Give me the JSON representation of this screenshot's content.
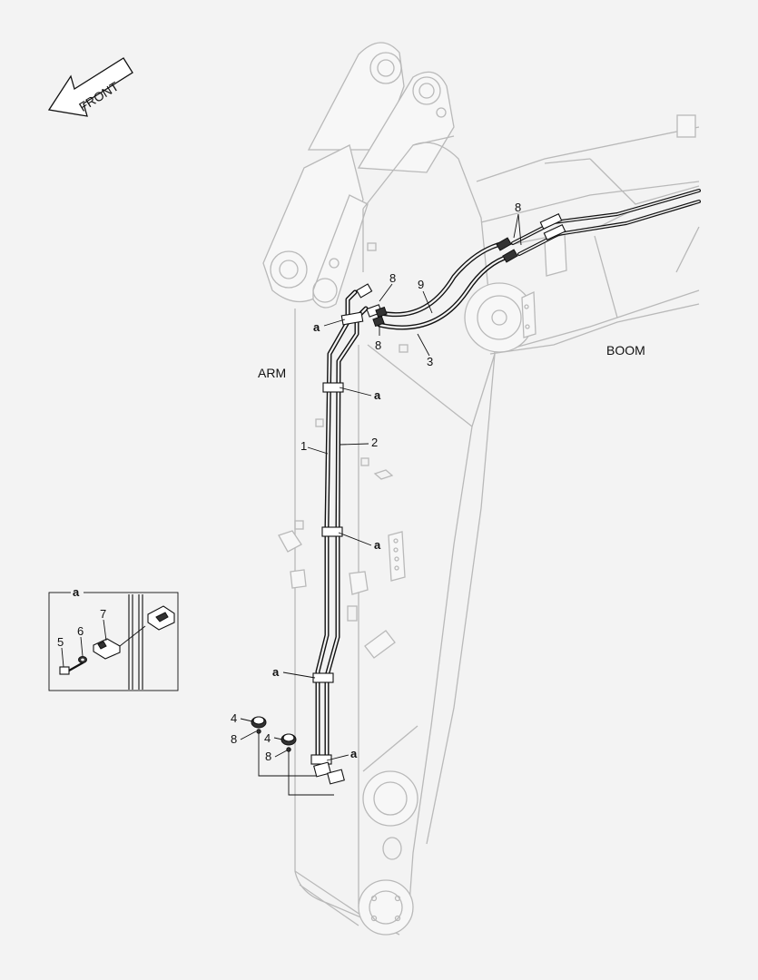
{
  "diagram": {
    "front_label": "FRONT",
    "region_labels": {
      "arm": "ARM",
      "boom": "BOOM"
    },
    "callouts": {
      "p1": "1",
      "p2": "2",
      "p3": "3",
      "p9": "9",
      "p8_top_right": "8",
      "p8_upper": "8",
      "p8_lower": "8",
      "p4_left": "4",
      "p4_right": "4",
      "p8_nut_left": "8",
      "p8_nut_right": "8",
      "a_1": "a",
      "a_2": "a",
      "a_3": "a",
      "a_4": "a",
      "a_5": "a"
    },
    "detail": {
      "title": "a",
      "p5": "5",
      "p6": "6",
      "p7": "7"
    }
  }
}
